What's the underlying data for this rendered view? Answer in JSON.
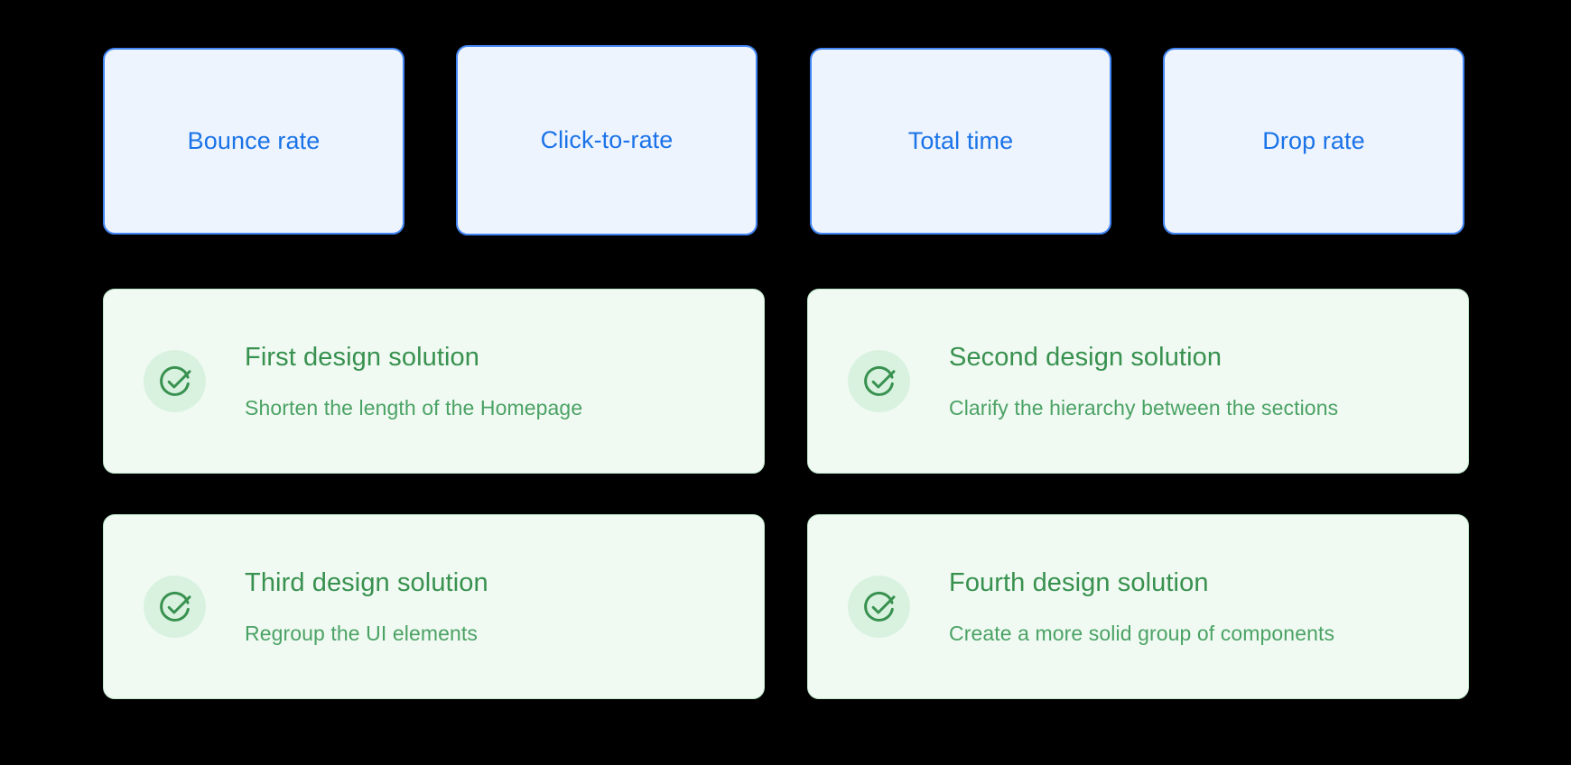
{
  "colors": {
    "background": "#000000",
    "metric_card_fill": "#eef4fe",
    "metric_card_border": "#4285f4",
    "metric_card_text": "#1a73e8",
    "solution_card_fill": "#f0faf2",
    "solution_card_border": "#bfe9cb",
    "solution_icon_bg": "#d9f2e0",
    "solution_icon_stroke": "#38914f",
    "solution_title_text": "#38914f",
    "solution_subtitle_text": "#4ba265"
  },
  "metrics": [
    {
      "label": "Bounce rate"
    },
    {
      "label": "Click-to-rate"
    },
    {
      "label": "Total time"
    },
    {
      "label": "Drop rate"
    }
  ],
  "solutions": [
    {
      "icon": "check-circle-icon",
      "title": "First design solution",
      "subtitle": "Shorten the length of the Homepage"
    },
    {
      "icon": "check-circle-icon",
      "title": "Second design solution",
      "subtitle": "Clarify the hierarchy between the sections"
    },
    {
      "icon": "check-circle-icon",
      "title": "Third design solution",
      "subtitle": "Regroup the UI elements"
    },
    {
      "icon": "check-circle-icon",
      "title": "Fourth design solution",
      "subtitle": "Create a more solid group of components"
    }
  ]
}
